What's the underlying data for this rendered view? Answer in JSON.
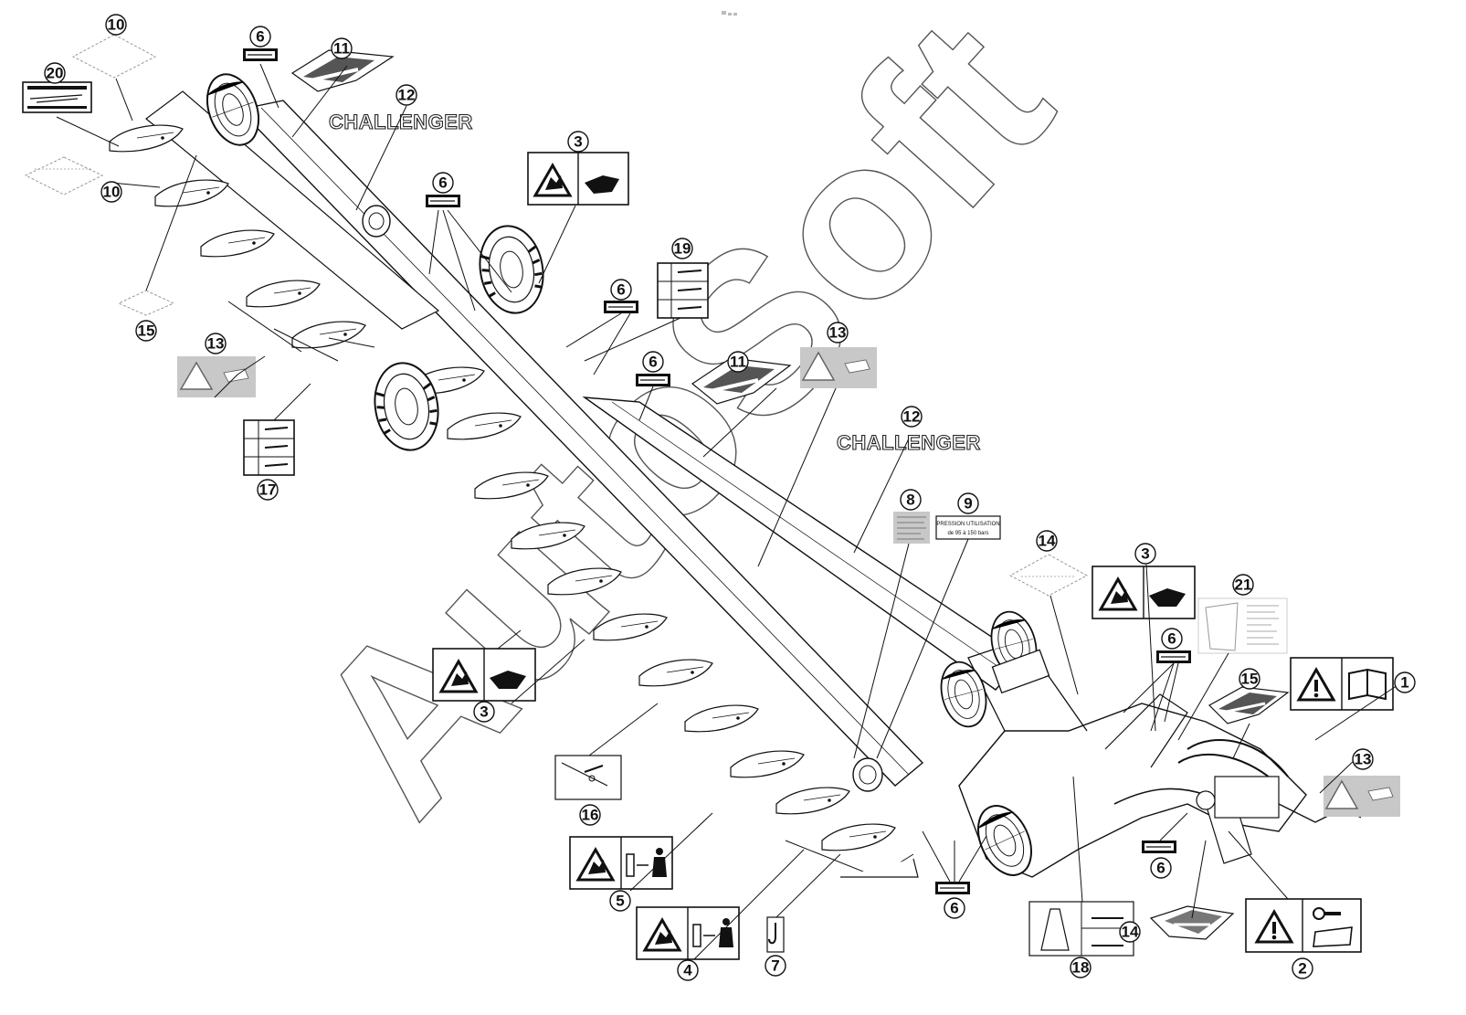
{
  "brand_text": "CHALLENGER",
  "watermark": "AutoSoft",
  "decal_9_text": [
    "PRESSION UTILISATION",
    "de 95 à 150 bars"
  ],
  "callouts": [
    "1",
    "2",
    "3",
    "4",
    "5",
    "6",
    "7",
    "8",
    "9",
    "10",
    "11",
    "12",
    "13",
    "14",
    "15",
    "16",
    "17",
    "18",
    "19",
    "20",
    "21"
  ],
  "colors": {
    "ink": "#111111",
    "decal_grey": "#c8c8c8",
    "watermark_outline": "#555555"
  }
}
